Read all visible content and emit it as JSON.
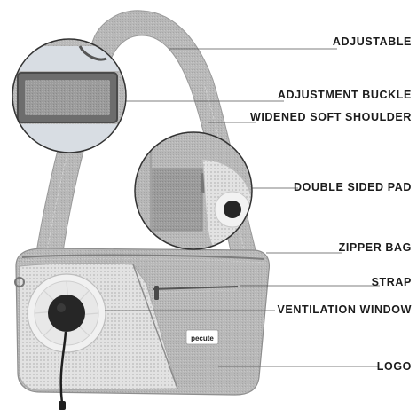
{
  "callouts": [
    {
      "label": "ADJUSTABLE"
    },
    {
      "label": "ADJUSTMENT BUCKLE"
    },
    {
      "label": "WIDENED SOFT SHOULDER"
    },
    {
      "label": "DOUBLE SIDED PAD"
    },
    {
      "label": "ZIPPER BAG"
    },
    {
      "label": "STRAP"
    },
    {
      "label": "VENTILATION WINDOW"
    },
    {
      "label": "LOGO"
    }
  ],
  "product": {
    "logo_text": "pecute"
  },
  "colors": {
    "fabric": "#b7b7b7",
    "fabric_dark": "#8f8f8f",
    "mesh": "#dcdcdc",
    "window": "#262626",
    "leader_line": "#555555"
  }
}
